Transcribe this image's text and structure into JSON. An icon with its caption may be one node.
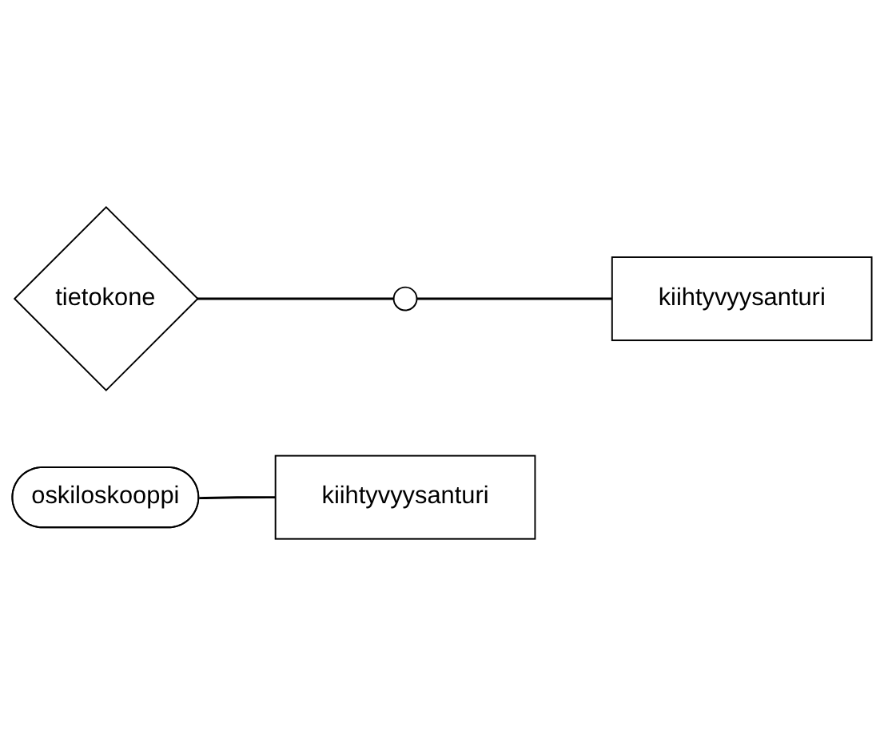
{
  "diagram": {
    "nodes": [
      {
        "text": [],
        "shape": "circle"
      },
      {
        "text": [
          "tietokone"
        ]
      },
      {
        "text": [
          "kiihtyvyysanturi"
        ]
      },
      {
        "text": [
          "oskiloskooppi"
        ]
      },
      {
        "text": [
          "kiihtyvyysanturi"
        ]
      }
    ],
    "edges": [
      {
        "from": 1,
        "to": 0,
        "arrow": "none"
      },
      {
        "from": 0,
        "to": 2,
        "arrow": "none"
      },
      {
        "from": 3,
        "to": 4,
        "arrow": "none"
      }
    ]
  }
}
